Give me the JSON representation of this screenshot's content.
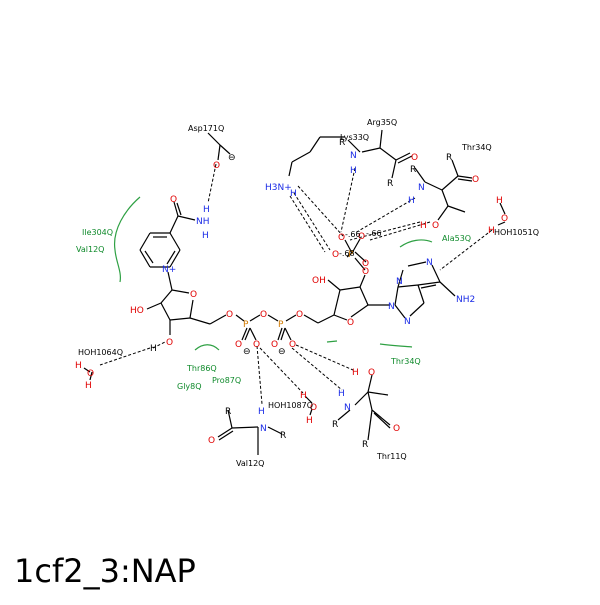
{
  "title": "1cf2_3:NAP",
  "residues": {
    "asp171": "Asp171Q",
    "lys33": "Lys33Q",
    "arg35": "Arg35Q",
    "thr34_top": "Thr34Q",
    "ile304": "Ile304Q",
    "val12_left": "Val12Q",
    "ala53": "Ala53Q",
    "hoh1051": "HOH1051Q",
    "hoh1064": "HOH1064Q",
    "thr86": "Thr86Q",
    "pro87": "Pro87Q",
    "gly8": "Gly8Q",
    "hoh1087": "HOH1087Q",
    "thr34_bottom": "Thr34Q",
    "val12_bottom": "Val12Q",
    "thr11": "Thr11Q"
  },
  "atoms": {
    "O": "O",
    "OH": "OH",
    "HO": "HO",
    "H": "H",
    "N": "N",
    "N_plus": "N+",
    "P": "P",
    "R": "R",
    "NH": "NH",
    "NH2": "NH2",
    "H3N_plus": "H3N+",
    "O_minus": "⊖",
    "charge_66": "-.66",
    "charge_68": "-.68"
  }
}
